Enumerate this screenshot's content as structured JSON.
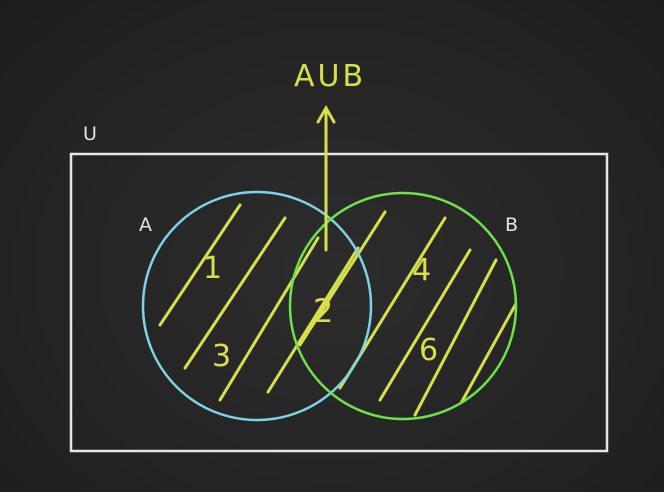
{
  "diagram": {
    "title": "AUB",
    "universe_label": "U",
    "set_a_label": "A",
    "set_b_label": "B",
    "region_numbers": [
      "1",
      "2",
      "3",
      "4",
      "6"
    ],
    "colors": {
      "background": "#262626",
      "universe_border": "#e6e6e6",
      "set_a_circle": "#7fd3e6",
      "set_b_circle": "#6ee24a",
      "chalk_yellow": "#d6e04a"
    }
  }
}
